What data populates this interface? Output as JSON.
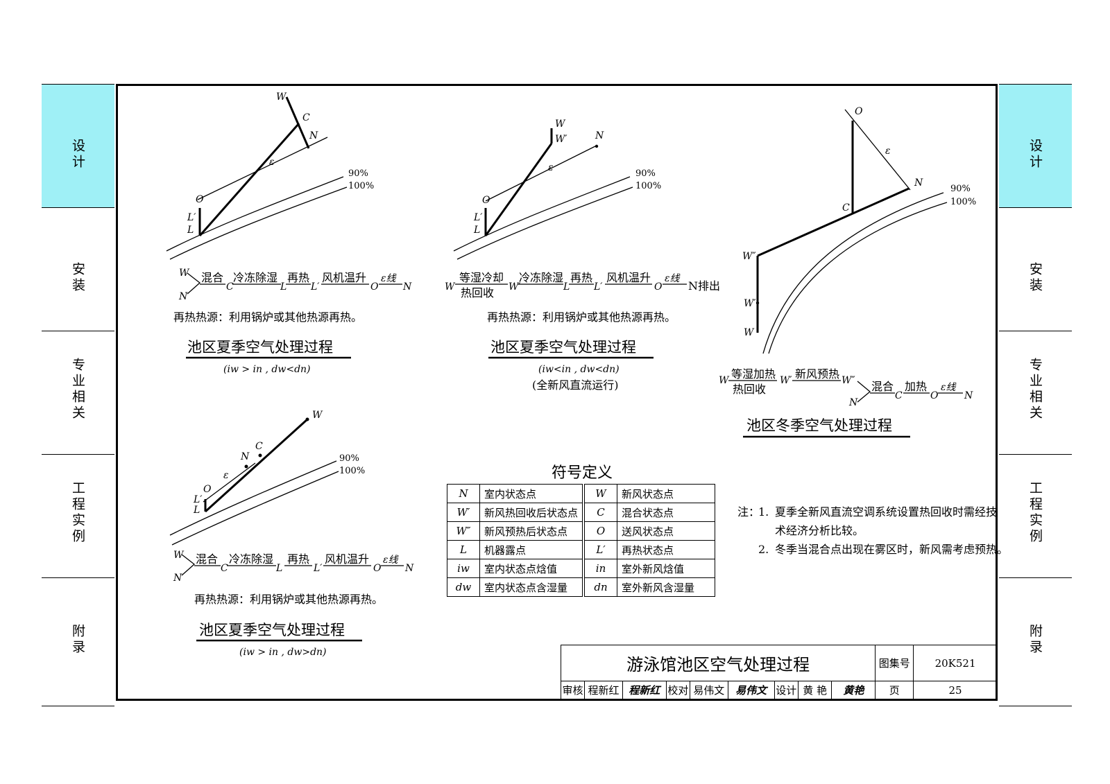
{
  "side_tabs": [
    "设计",
    "安装",
    "专业相关",
    "工程实例",
    "附录"
  ],
  "colors": {
    "tab_highlight": "#9ff0f6",
    "line": "#000000"
  },
  "diagrams": {
    "d1": {
      "points": [
        "W",
        "C",
        "N",
        "ε",
        "O",
        "L′",
        "L"
      ],
      "curves": [
        "90%",
        "100%"
      ],
      "process": {
        "from_top": "W",
        "from_bottom": "N",
        "s1": "混合",
        "p1": "C",
        "s2": "冷冻除湿",
        "p2": "L",
        "s3": "再热",
        "p3": "L′",
        "s4": "风机温升",
        "p4": "O",
        "s5": "ε线",
        "p5": "N"
      },
      "note": "再热热源：利用锅炉或其他热源再热。",
      "title": "池区夏季空气处理过程",
      "condition": "(iw > in , dw<dn)"
    },
    "d2": {
      "points": [
        "W",
        "W′",
        "N",
        "ε",
        "O",
        "L′",
        "L"
      ],
      "curves": [
        "90%",
        "100%"
      ],
      "process": {
        "p0": "W",
        "s1": "等湿冷却",
        "s1b": "热回收",
        "p1": "W′",
        "s2": "冷冻除湿",
        "p2": "L",
        "s3": "再热",
        "p3": "L′",
        "s4": "风机温升",
        "p4": "O",
        "s5": "ε线",
        "p5": "N排出"
      },
      "note": "再热热源：利用锅炉或其他热源再热。",
      "title": "池区夏季空气处理过程",
      "condition": "(iw<in , dw<dn)",
      "condition2": "(全新风直流运行)"
    },
    "d3": {
      "points": [
        "O",
        "ε",
        "N",
        "C",
        "W″",
        "W′",
        "W"
      ],
      "curves": [
        "90%",
        "100%"
      ],
      "process": {
        "p0": "W",
        "s1": "等湿加热",
        "s1b": "热回收",
        "p1": "W′",
        "s2": "新风预热",
        "p2": "W″",
        "p2b": "N",
        "s3": "混合",
        "p3": "C",
        "s4": "加热",
        "p4": "O",
        "s5": "ε线",
        "p5": "N"
      },
      "title": "池区冬季空气处理过程"
    },
    "d4": {
      "points": [
        "W",
        "C",
        "N",
        "ε",
        "O",
        "L′",
        "L"
      ],
      "curves": [
        "90%",
        "100%"
      ],
      "process": {
        "from_top": "W",
        "from_bottom": "N",
        "s1": "混合",
        "p1": "C",
        "s2": "冷冻除湿",
        "p2": "L",
        "s3": "再热",
        "p3": "L′",
        "s4": "风机温升",
        "p4": "O",
        "s5": "ε线",
        "p5": "N"
      },
      "note": "再热热源：利用锅炉或其他热源再热。",
      "title": "池区夏季空气处理过程",
      "condition": "(iw > in , dw>dn)"
    }
  },
  "symbols": {
    "title": "符号定义",
    "rows": [
      {
        "s1": "N",
        "d1": "室内状态点",
        "s2": "W",
        "d2": "新风状态点"
      },
      {
        "s1": "W′",
        "d1": "新风热回收后状态点",
        "s2": "C",
        "d2": "混合状态点"
      },
      {
        "s1": "W″",
        "d1": "新风预热后状态点",
        "s2": "O",
        "d2": "送风状态点"
      },
      {
        "s1": "L",
        "d1": "机器露点",
        "s2": "L′",
        "d2": "再热状态点"
      },
      {
        "s1": "iw",
        "d1": "室内状态点焓值",
        "s2": "in",
        "d2": "室外新风焓值"
      },
      {
        "s1": "dw",
        "d1": "室内状态点含湿量",
        "s2": "dn",
        "d2": "室外新风含湿量"
      }
    ]
  },
  "notes": {
    "label": "注：",
    "items": [
      {
        "n": "1.",
        "line1": "夏季全新风直流空调系统设置热回收时需经技",
        "line2": "术经济分析比较。"
      },
      {
        "n": "2.",
        "line1": "冬季当混合点出现在雾区时，新风需考虑预热。",
        "line2": ""
      }
    ]
  },
  "title_block": {
    "title": "游泳馆池区空气处理过程",
    "atlas_label": "图集号",
    "atlas_no": "20K521",
    "review_label": "审核",
    "reviewer": "程新红",
    "reviewer_sig": "程新红",
    "check_label": "校对",
    "checker": "易伟文",
    "checker_sig": "易伟文",
    "design_label": "设计",
    "designer": "黄 艳",
    "designer_sig": "黄艳",
    "page_label": "页",
    "page_no": "25"
  }
}
